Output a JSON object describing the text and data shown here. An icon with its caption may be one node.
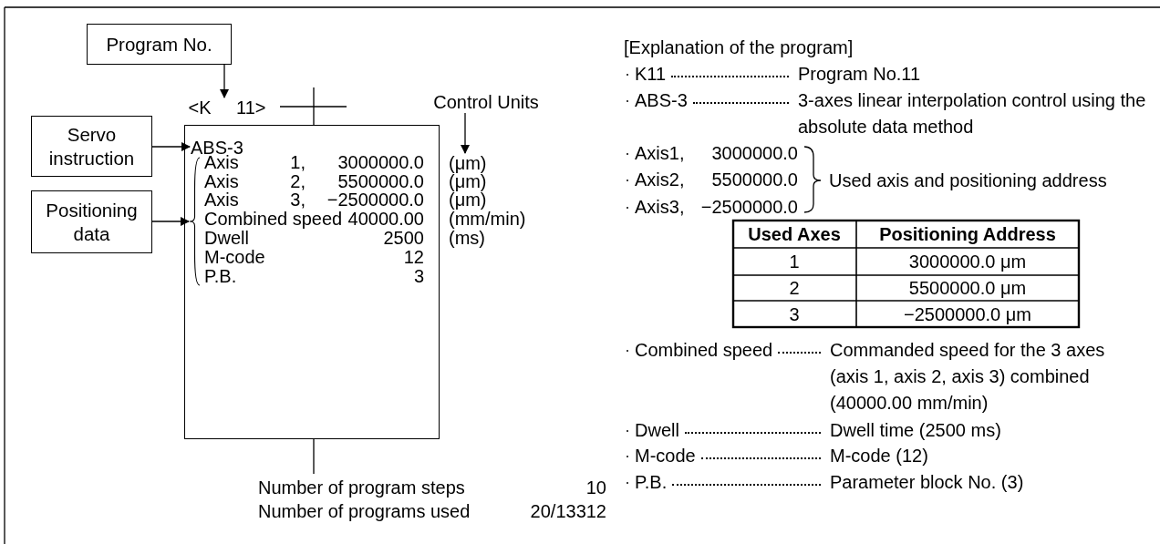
{
  "diagram": {
    "nodes": [
      {
        "text": [
          "Program No."
        ]
      },
      {
        "text": [
          "Servo instruction"
        ]
      },
      {
        "text": [
          "Positioning data"
        ]
      },
      {
        "text": [
          "<K 11>"
        ]
      },
      {
        "text": [],
        "shape": "box"
      },
      {
        "text": [
          "ABS-3"
        ],
        "in": 4
      },
      {
        "text": [],
        "shape": "brace",
        "in": 4
      },
      {
        "text": [
          "Control Units"
        ]
      },
      {
        "text": [
          "(μm)"
        ]
      }
    ],
    "edges": [
      {
        "from": 0,
        "to": 3,
        "arrow": "to"
      },
      {
        "from": 1,
        "to": 5,
        "arrow": "to"
      },
      {
        "from": 2,
        "to": 6,
        "arrow": "to"
      },
      {
        "from": 7,
        "to": 8,
        "arrow": "to"
      }
    ],
    "labels": [
      "Axis",
      "1,",
      "3000000.0",
      "Axis",
      "2,",
      "5500000.0",
      "(μm)",
      "Axis",
      "3,",
      "−2500000.0",
      "(μm)",
      "Combined speed",
      "40000.00",
      "(mm/min)",
      "Dwell",
      "2500",
      "(ms)",
      "M-code",
      "12",
      "P.B.",
      "3",
      "Number of program steps",
      "10",
      "Number of programs used",
      "20/13312",
      "[Explanation of the program]",
      "K11",
      "Program No.11",
      "ABS-3",
      "3-axes linear interpolation control using the absolute data method",
      "Axis1,",
      "3000000.0",
      "Axis2,",
      "5500000.0",
      "Axis3,",
      "−2500000.0",
      "Used axis and positioning address",
      "Used Axes",
      "Positioning Address",
      "1",
      "3000000.0 μm",
      "2",
      "5500000.0 μm",
      "3",
      "−2500000.0 μm",
      "Combined speed",
      "Commanded speed for the 3 axes (axis 1, axis 2, axis 3) combined (40000.00 mm/min)",
      "Dwell",
      "Dwell time (2500 ms)",
      "M-code",
      "M-code (12)",
      "P.B.",
      "Parameter block No. (3)"
    ]
  }
}
